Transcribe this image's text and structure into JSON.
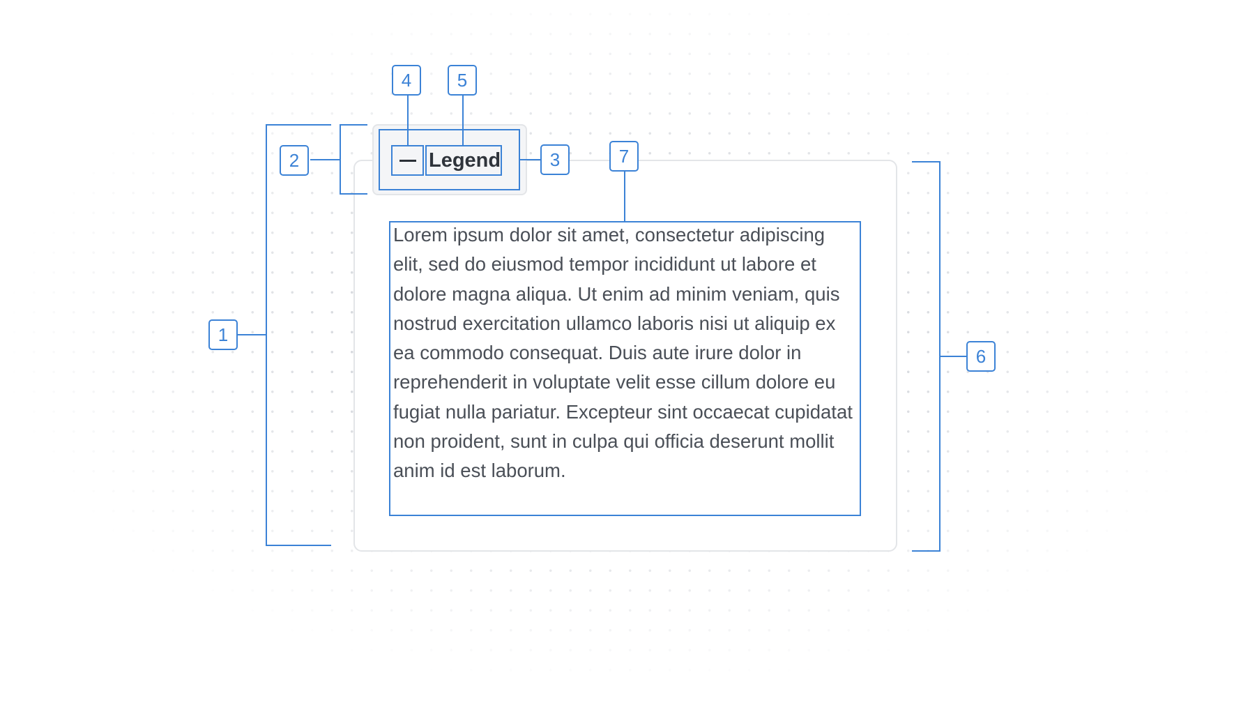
{
  "legend": {
    "toggle_icon": "minus-icon",
    "label": "Legend"
  },
  "content": {
    "text": "Lorem ipsum dolor sit amet, consectetur adipiscing elit, sed do eiusmod tempor incididunt ut labore et dolore magna aliqua. Ut enim ad minim veniam, quis nostrud exercitation ullamco laboris nisi ut aliquip ex ea commodo consequat. Duis aute irure dolor in reprehenderit in voluptate velit esse cillum dolore eu fugiat nulla pariatur. Excepteur sint occaecat cupidatat non proident, sunt in culpa qui officia deserunt mollit anim id est laborum."
  },
  "callouts": {
    "c1": "1",
    "c2": "2",
    "c3": "3",
    "c4": "4",
    "c5": "5",
    "c6": "6",
    "c7": "7"
  },
  "colors": {
    "annotation_blue": "#3b82d6",
    "border_gray": "#e3e5e8",
    "legend_background": "#f4f5f7",
    "text": "#4a4f57"
  }
}
